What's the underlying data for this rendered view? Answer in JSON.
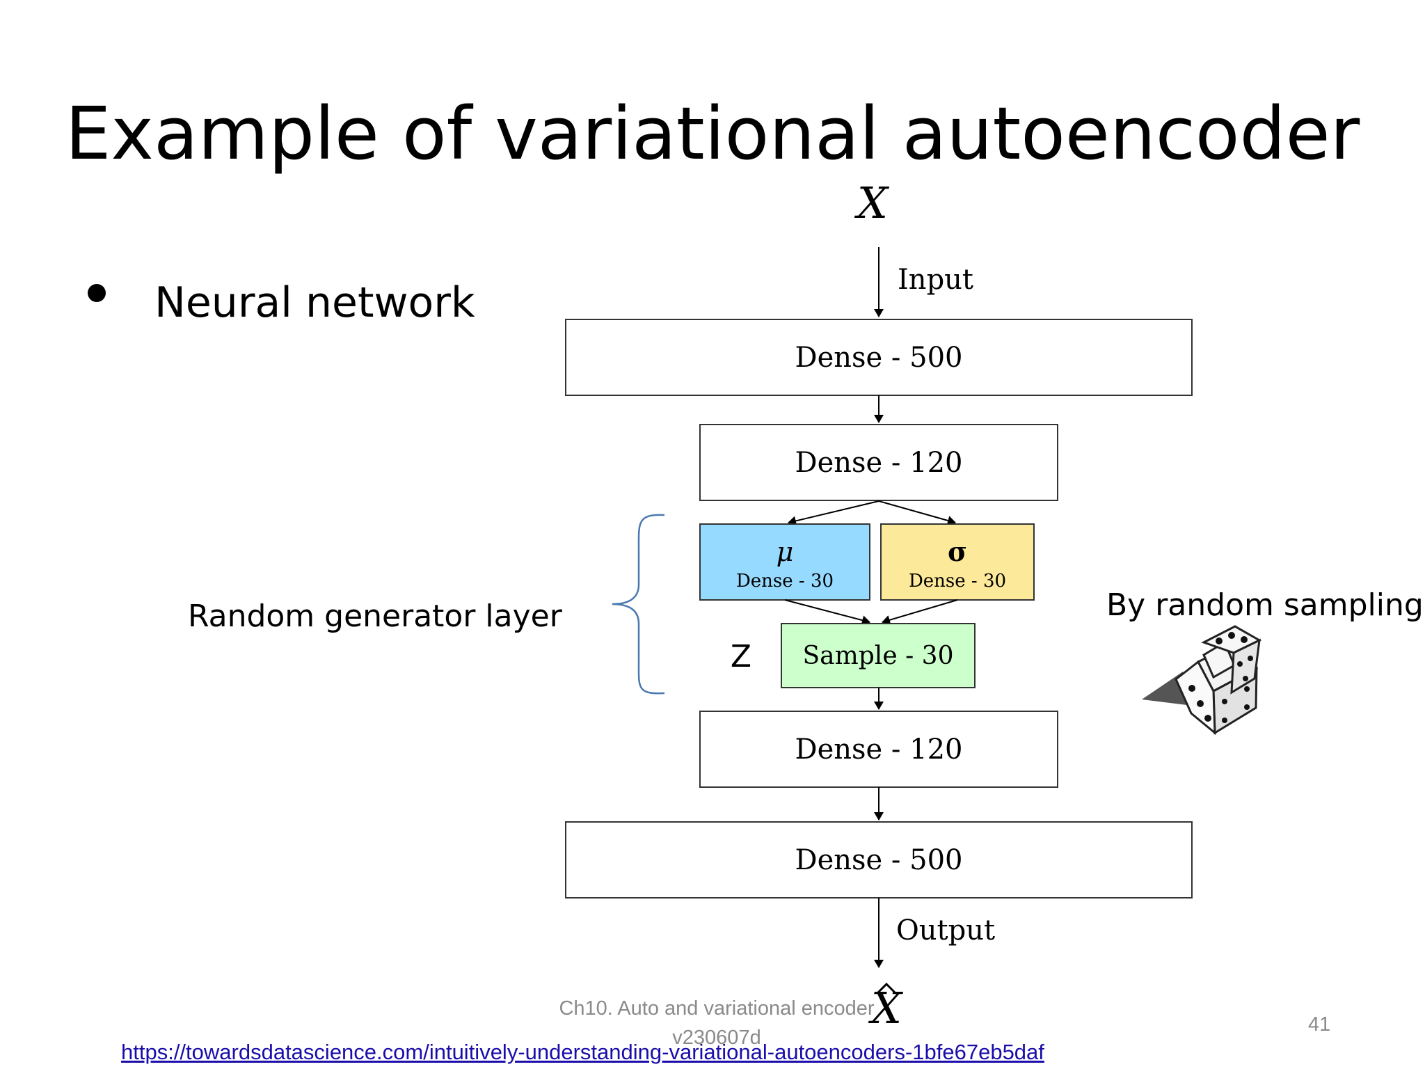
{
  "slide": {
    "title": "Example of variational autoencoder",
    "bullets": [
      {
        "text": "Neural network"
      }
    ],
    "labels": {
      "random_generator": "Random generator layer",
      "random_sampling": "By random sampling",
      "z": "Z"
    },
    "footer": {
      "line1": "Ch10. Auto and variational encoder",
      "line2": "v230607d"
    },
    "page_number": "41",
    "source_link": "https://towardsdatascience.com/intuitively-understanding-variational-autoencoders-1bfe67eb5daf"
  },
  "diagram": {
    "input_symbol": "X",
    "input_label": "Input",
    "output_label": "Output",
    "output_symbol": "X",
    "nodes": {
      "enc_dense_500": "Dense - 500",
      "enc_dense_120": "Dense - 120",
      "mu_symbol": "μ",
      "mu_layer": "Dense - 30",
      "sigma_symbol": "σ",
      "sigma_layer": "Dense - 30",
      "sample": "Sample - 30",
      "dec_dense_120": "Dense - 120",
      "dec_dense_500": "Dense - 500"
    },
    "colors": {
      "mu_fill": "#96dbff",
      "sigma_fill": "#fde99a",
      "sample_fill": "#ccffcc",
      "brace": "#4a78b0"
    }
  }
}
